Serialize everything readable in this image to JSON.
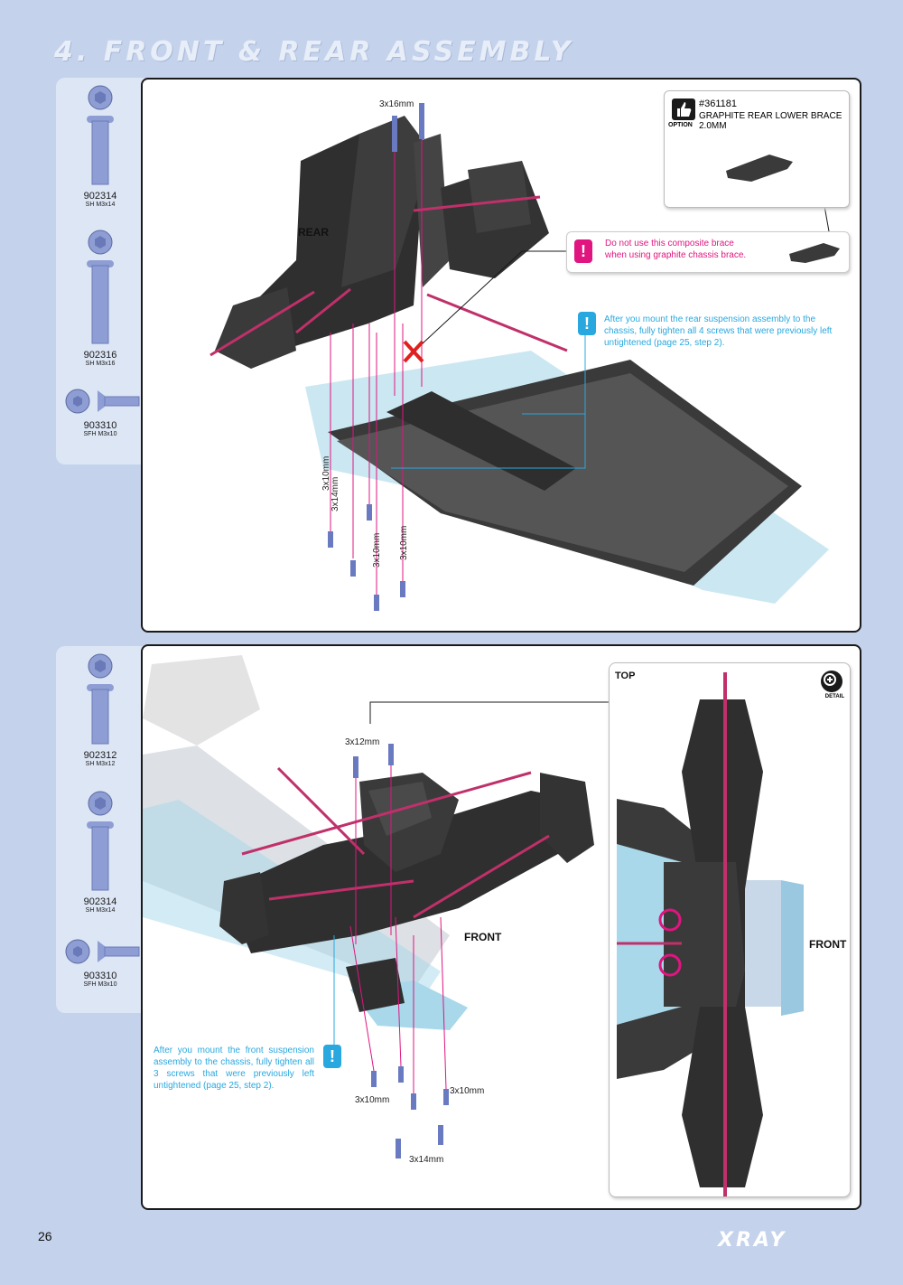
{
  "page": {
    "title": "4. FRONT & REAR ASSEMBLY",
    "number": "26",
    "brand": "XRAY"
  },
  "rear": {
    "parts": [
      {
        "code": "902314",
        "desc": "SH M3x14"
      },
      {
        "code": "902316",
        "desc": "SH M3x16"
      },
      {
        "code": "903310",
        "desc": "SFH M3x10"
      }
    ],
    "section_label": "REAR",
    "screw_labels": {
      "top": "3x16mm",
      "v1": "3x10mm",
      "v2": "3x14mm",
      "v3": "3x10mm",
      "v4": "3x10mm"
    },
    "option": {
      "part_no": "#361181",
      "name": "GRAPHITE REAR LOWER BRACE 2.0MM",
      "badge": "OPTION"
    },
    "warning": "Do not use this composite brace when using graphite chassis brace.",
    "note": "After you mount the rear suspension assembly to the chassis, fully tighten all 4 screws that were previously left untightened (page 25, step 2).",
    "colors": {
      "warning": "#e0157f",
      "note": "#29a8df"
    }
  },
  "front": {
    "parts": [
      {
        "code": "902312",
        "desc": "SH M3x12"
      },
      {
        "code": "902314",
        "desc": "SH M3x14"
      },
      {
        "code": "903310",
        "desc": "SFH M3x10"
      }
    ],
    "top_label": "TOP",
    "detail_label": "DETAIL",
    "section_label": "FRONT",
    "detail_front_label": "FRONT",
    "screw_labels": {
      "top": "3x12mm",
      "left": "3x10mm",
      "right": "3x10mm",
      "bottom": "3x14mm"
    },
    "note": "After you mount the front suspension assembly to the chassis, fully tighten all 3 screws that were previously left untightened (page 25, step 2)."
  }
}
